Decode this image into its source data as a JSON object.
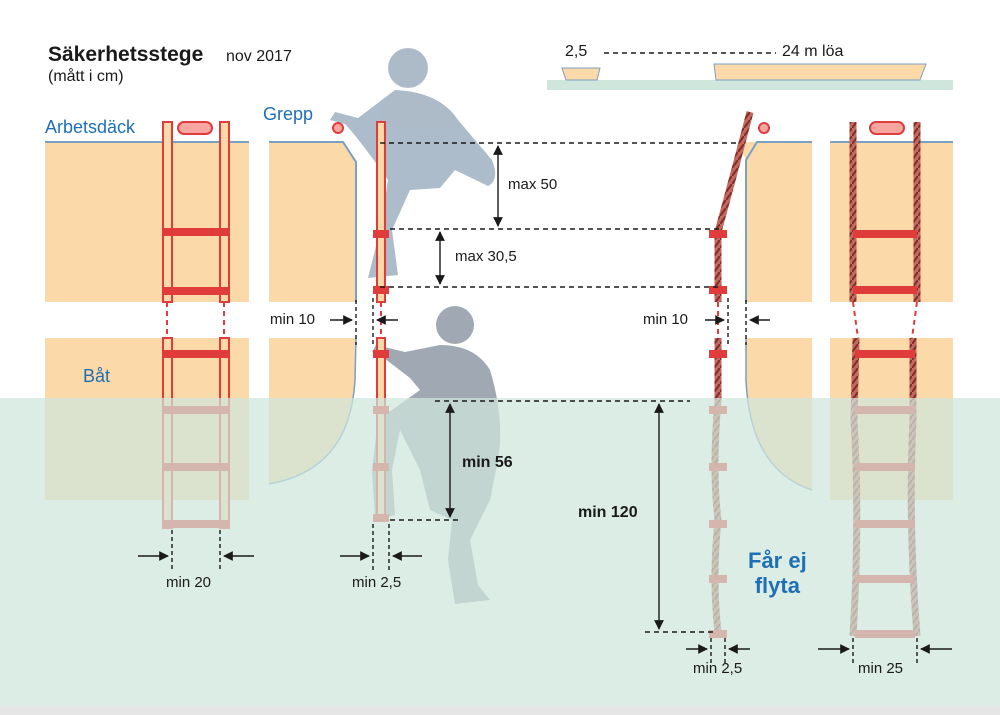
{
  "title": "Säkerhetsstege",
  "title_date": "nov 2017",
  "subtitle": "(mått i cm)",
  "labels": {
    "deck": "Arbetsdäck",
    "grip": "Grepp",
    "boat": "Båt",
    "no_float": "Får ej",
    "no_float_2": "flyta"
  },
  "dimensions": {
    "max50": "max 50",
    "max30": "max 30,5",
    "min10_left": "min 10",
    "min10_right": "min 10",
    "min56": "min 56",
    "min120": "min 120",
    "min20": "min 20",
    "min25_left": "min 2,5",
    "min25_right": "min 2,5",
    "min25_wide": "min 25"
  },
  "scale": {
    "small": "2,5",
    "large": "24 m löa"
  },
  "colors": {
    "deck_fill": "#fcd9a8",
    "water": "#d3e8dd",
    "ladder_red": "#e03c3c",
    "rope": "#b5544e",
    "figure": "#a9b8c7",
    "accent_blue": "#1f6fb4"
  }
}
